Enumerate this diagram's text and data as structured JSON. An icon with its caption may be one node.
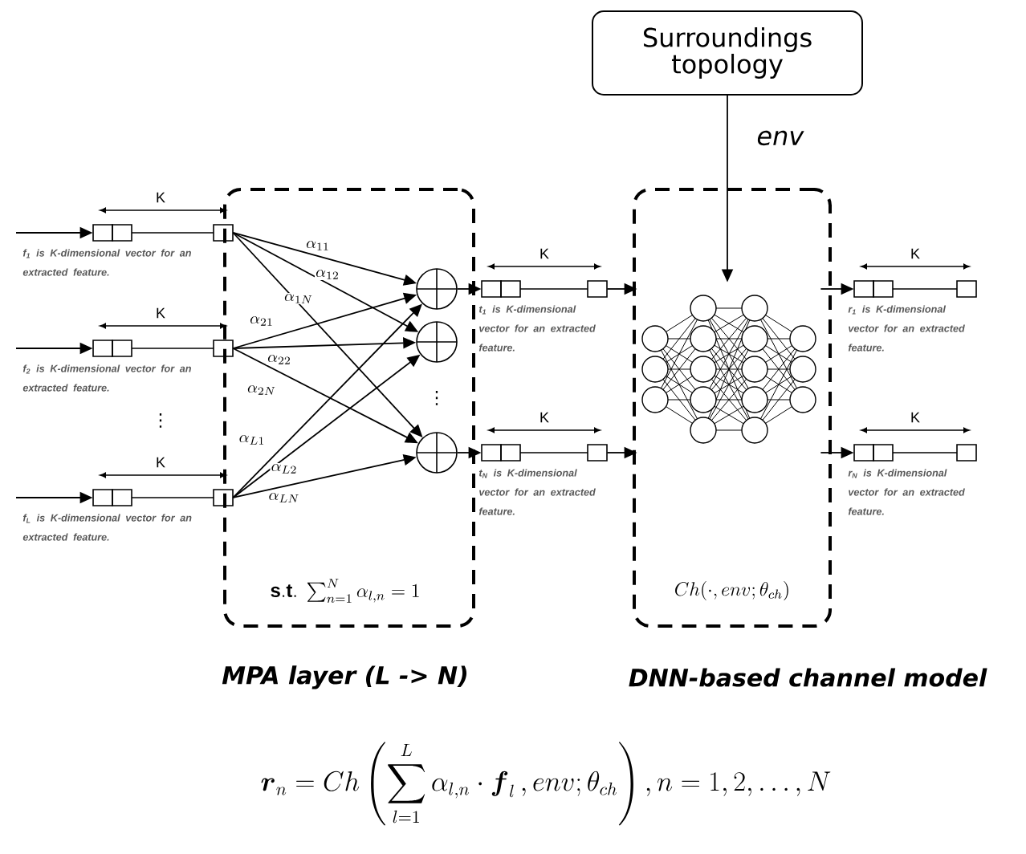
{
  "diagram": {
    "nodes": [
      {
        "text": [
          "Surroundings topology"
        ]
      },
      {
        "text": [
          "\\mathbf{s.t.}\\ \\sum_{n=1}^{N}\\alpha_{l,n}=1",
          "MPA layer (L -> N)"
        ]
      },
      {
        "text": [],
        "shape": "box",
        "beside": [
          "f$_{1}$ is K-dimensional vector for an extracted feature."
        ]
      },
      {
        "text": [],
        "shape": "box",
        "beside": [
          "f$_{2}$ is K-dimensional vector for an extracted feature."
        ]
      },
      {
        "text": [],
        "shape": "box",
        "beside": [
          "f$_{L}$ is K-dimensional vector for an extracted feature."
        ]
      },
      {
        "text": [],
        "shape": "circle",
        "in": 1
      },
      {
        "text": [],
        "shape": "circle",
        "in": 1
      },
      {
        "text": [],
        "shape": "circle",
        "in": 1
      },
      {
        "text": [],
        "shape": "box",
        "beside": [
          "t$_{1}$ is K-dimensional vector for an extracted feature."
        ]
      },
      {
        "text": [],
        "shape": "box",
        "beside": [
          "t$_{N}$ is K-dimensional vector for an extracted feature."
        ]
      },
      {
        "text": [
          "Ch(\\cdot,env;\\theta_{ch})",
          "DNN-based channel model"
        ]
      },
      {
        "text": [],
        "shape": "picture",
        "in": 10
      },
      {
        "text": [],
        "shape": "box",
        "beside": [
          "r$_{1}$ is K-dimensional vector for an extracted feature."
        ]
      },
      {
        "text": [],
        "shape": "box",
        "beside": [
          "r$_{N}$ is K-dimensional vector for an extracted feature."
        ]
      }
    ],
    "edges": [
      {
        "from": null,
        "to": 2,
        "arrow": "to"
      },
      {
        "from": null,
        "to": 3,
        "arrow": "to"
      },
      {
        "from": null,
        "to": 4,
        "arrow": "to"
      },
      {
        "from": 2,
        "to": 5,
        "arrow": "to",
        "label": "\\alpha_{11}"
      },
      {
        "from": 2,
        "to": 6,
        "arrow": "to",
        "label": "\\alpha_{12}"
      },
      {
        "from": 2,
        "to": 7,
        "arrow": "to",
        "label": "\\alpha_{1N}"
      },
      {
        "from": 3,
        "to": 5,
        "arrow": "to",
        "label": "\\alpha_{21}"
      },
      {
        "from": 3,
        "to": 6,
        "arrow": "to",
        "label": "\\alpha_{22}"
      },
      {
        "from": 3,
        "to": 7,
        "arrow": "to",
        "label": "\\alpha_{2N}"
      },
      {
        "from": 4,
        "to": 5,
        "arrow": "to",
        "label": "\\alpha_{L1}"
      },
      {
        "from": 4,
        "to": 6,
        "arrow": "to",
        "label": "\\alpha_{L2}"
      },
      {
        "from": 4,
        "to": 7,
        "arrow": "to",
        "label": "\\alpha_{LN}"
      },
      {
        "from": 5,
        "to": 8,
        "arrow": "to"
      },
      {
        "from": 7,
        "to": 9,
        "arrow": "to"
      },
      {
        "from": 8,
        "to": 11,
        "arrow": "to"
      },
      {
        "from": 9,
        "to": 11,
        "arrow": "to"
      },
      {
        "from": 0,
        "to": 11,
        "arrow": "to",
        "label": "env"
      },
      {
        "from": 11,
        "to": 12,
        "arrow": "to"
      },
      {
        "from": 11,
        "to": 13,
        "arrow": "to"
      }
    ],
    "labels": [
      "K",
      "K",
      "K",
      "K",
      "⋮",
      "⋮",
      "K",
      "K",
      "K",
      "\\boldsymbol{r}_n = Ch\\left(\\sum_{l=1}^{L}\\alpha_{l,n}\\cdot\\boldsymbol{f}_l\\,, env;\\theta_{ch}\\right), n=1,2,\\ldots,N"
    ]
  }
}
